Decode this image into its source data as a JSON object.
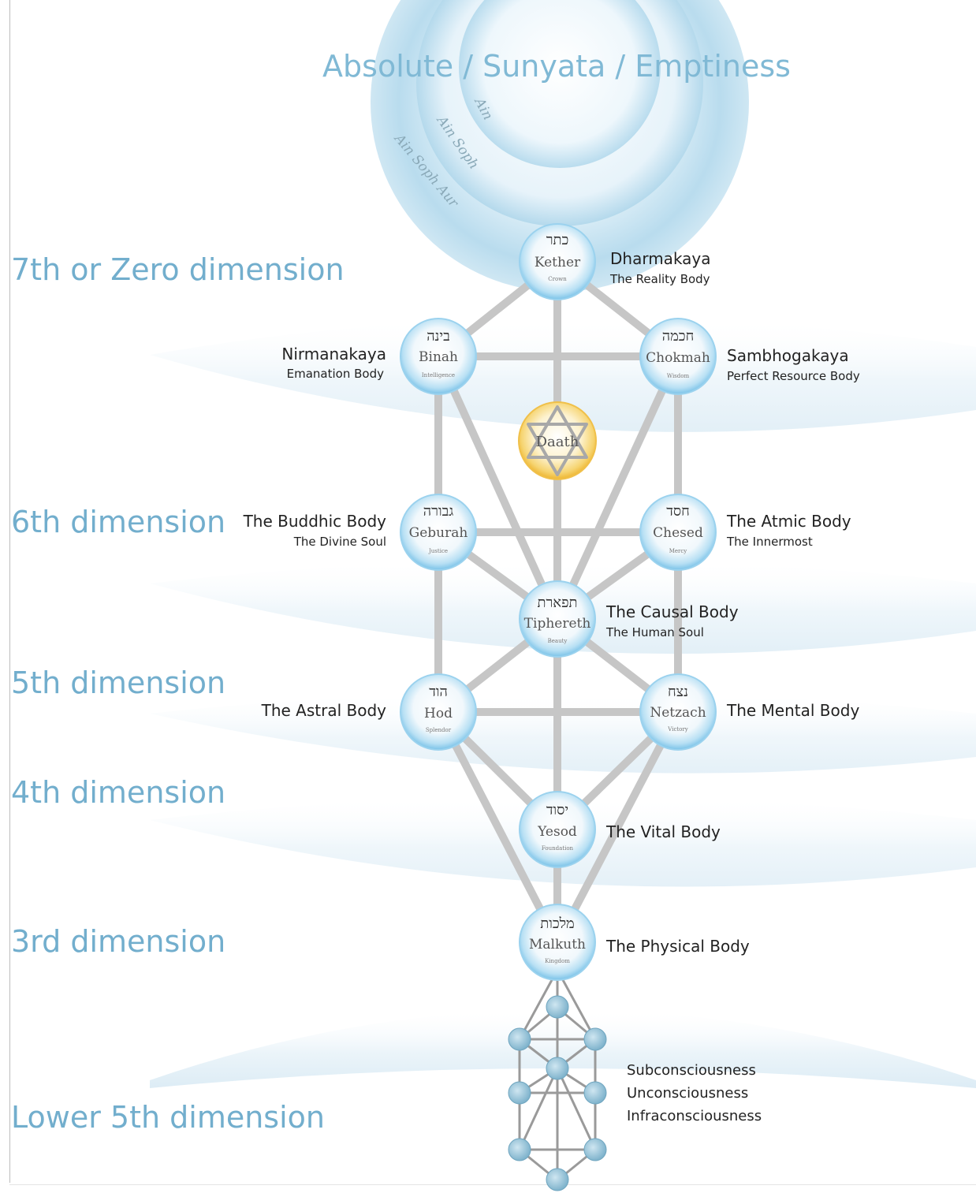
{
  "title": "Absolute / Sunyata / Emptiness",
  "ain_levels": [
    "Ain",
    "Ain Soph",
    "Ain Soph Aur"
  ],
  "dimensions": [
    {
      "label": "7th or Zero dimension"
    },
    {
      "label": "6th dimension"
    },
    {
      "label": "5th dimension"
    },
    {
      "label": "4th dimension"
    },
    {
      "label": "3rd dimension"
    },
    {
      "label": "Lower 5th dimension"
    }
  ],
  "sefirot": {
    "kether": {
      "hebrew": "כתר",
      "name": "Kether",
      "translation": "Crown"
    },
    "binah": {
      "hebrew": "בינה",
      "name": "Binah",
      "translation": "Intelligence"
    },
    "chokmah": {
      "hebrew": "חכמה",
      "name": "Chokmah",
      "translation": "Wisdom"
    },
    "daath": {
      "name": "Daath"
    },
    "geburah": {
      "hebrew": "גבורה",
      "name": "Geburah",
      "translation": "Justice"
    },
    "chesed": {
      "hebrew": "חסד",
      "name": "Chesed",
      "translation": "Mercy"
    },
    "tiphereth": {
      "hebrew": "תפארת",
      "name": "Tiphereth",
      "translation": "Beauty"
    },
    "hod": {
      "hebrew": "הוד",
      "name": "Hod",
      "translation": "Splendor"
    },
    "netzach": {
      "hebrew": "נצח",
      "name": "Netzach",
      "translation": "Victory"
    },
    "yesod": {
      "hebrew": "יסוד",
      "name": "Yesod",
      "translation": "Foundation"
    },
    "malkuth": {
      "hebrew": "מלכות",
      "name": "Malkuth",
      "translation": "Kingdom"
    }
  },
  "bodies": {
    "kether": {
      "title": "Dharmakaya",
      "subtitle": "The Reality Body"
    },
    "binah": {
      "title": "Nirmanakaya",
      "subtitle": "Emanation Body"
    },
    "chokmah": {
      "title": "Sambhogakaya",
      "subtitle": "Perfect Resource Body"
    },
    "geburah": {
      "title": "The Buddhic Body",
      "subtitle": "The Divine Soul"
    },
    "chesed": {
      "title": "The Atmic Body",
      "subtitle": "The Innermost"
    },
    "tiphereth": {
      "title": "The Causal Body",
      "subtitle": "The Human Soul"
    },
    "hod": {
      "title": "The Astral Body"
    },
    "netzach": {
      "title": "The Mental Body"
    },
    "yesod": {
      "title": "The Vital Body"
    },
    "malkuth": {
      "title": "The Physical Body"
    }
  },
  "lower_states": [
    "Subconsciousness",
    "Unconsciousness",
    "Infraconsciousness"
  ],
  "colors": {
    "sphere_fill": "#e6f4fb",
    "sphere_edge": "#7fc3e6",
    "path_gray": "#c6c6c6",
    "daath_gold": "#f2c94c",
    "label_blue": "#72aecd",
    "lower_node": "#8fbdd2"
  }
}
